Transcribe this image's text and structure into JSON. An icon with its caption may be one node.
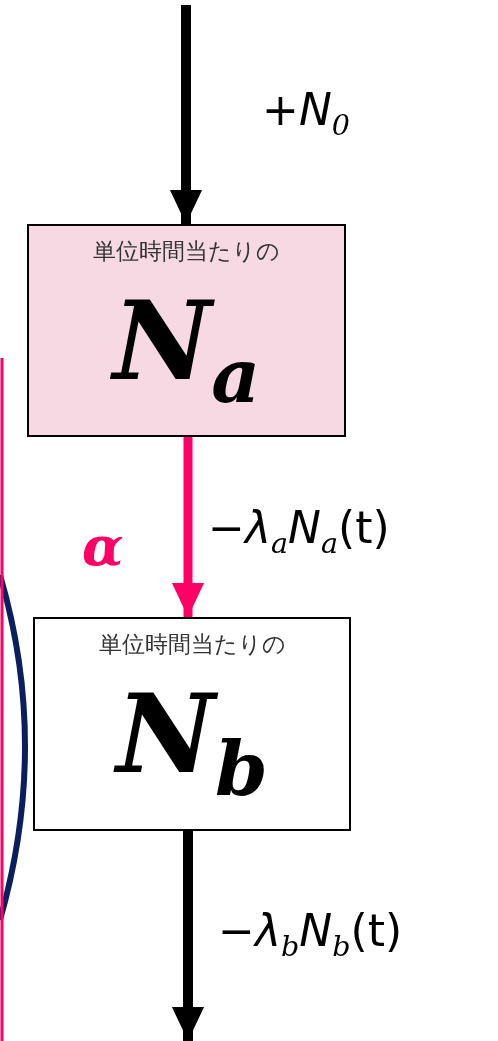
{
  "diagram": {
    "nodes": [
      {
        "text": [
          "単位時間当たりの",
          "N$_{a}$"
        ]
      },
      {
        "text": [
          "単位時間当たりの",
          "N$_{b}$"
        ]
      }
    ],
    "edges": [
      {
        "from": null,
        "to": 0,
        "arrow": "to",
        "label": "+*N*$_{0}$"
      },
      {
        "from": 0,
        "to": 1,
        "arrow": "to",
        "label": "−*λ*$_{a}$*N*$_{a}$(t)",
        "color": "#ff0066"
      },
      {
        "from": 1,
        "to": null,
        "arrow": "to",
        "label": "−*λ*$_{b}$*N*$_{b}$(t)"
      }
    ],
    "labels": [
      "α"
    ]
  }
}
